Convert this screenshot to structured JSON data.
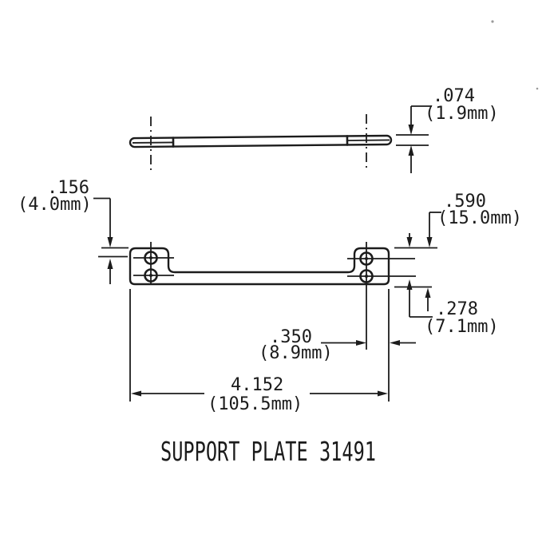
{
  "page": {
    "background": "#ffffff",
    "ink": "#1c1c1c"
  },
  "drawing": {
    "title": "SUPPORT PLATE 31491",
    "dimensions": {
      "thickness": {
        "inches": ".074",
        "metric": "(1.9mm)"
      },
      "top_to_upper_hole": {
        "inches": ".156",
        "metric": "(4.0mm)"
      },
      "end_height": {
        "inches": ".590",
        "metric": "(15.0mm)"
      },
      "top_to_lower_hole": {
        "inches": ".278",
        "metric": "(7.1mm)"
      },
      "hole_to_edge": {
        "inches": ".350",
        "metric": "(8.9mm)"
      },
      "overall_length": {
        "inches": "4.152",
        "metric": "(105.5mm)"
      }
    }
  }
}
